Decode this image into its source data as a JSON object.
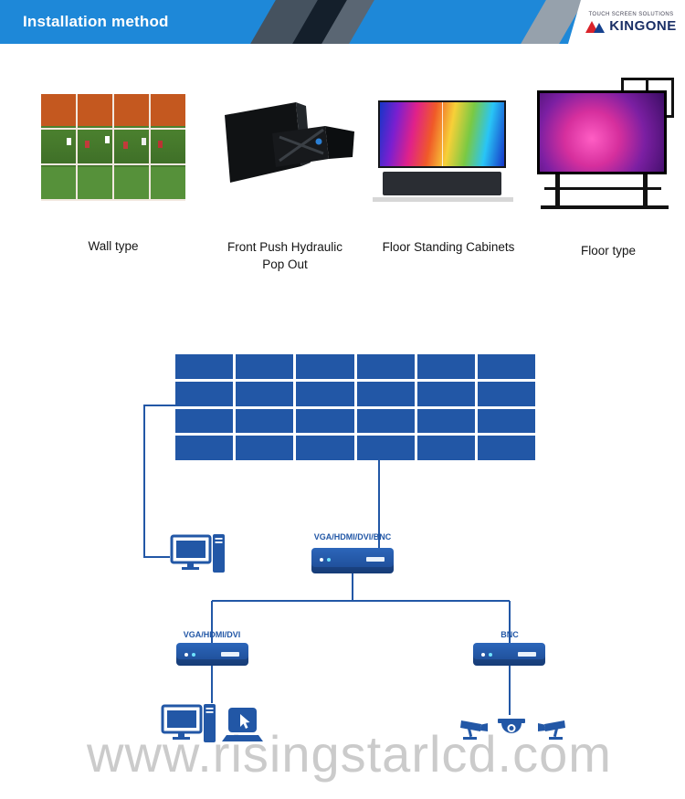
{
  "header": {
    "title": "Installation method",
    "logo": {
      "tagline": "TOUCH SCREEN SOLUTIONS",
      "brand": "KINGONE"
    }
  },
  "products": [
    {
      "label": "Wall type",
      "image": "video wall on wall showing football match"
    },
    {
      "label": "Front Push Hydraulic Pop Out",
      "image": "black front-push hydraulic pop-out mounting bracket"
    },
    {
      "label": "Floor Standing Cabinets",
      "image": "floor standing cabinet video wall with colorful gradient screen"
    },
    {
      "label": "Floor type",
      "image": "floor stand video wall with purple abstract screen"
    }
  ],
  "diagram": {
    "video_wall": {
      "rows": 4,
      "cols": 6
    },
    "controller_label": "VGA/HDMI/DVI/BNC",
    "left_source_label": "VGA/HDMI/DVI",
    "right_source_label": "BNC"
  },
  "watermark": "www.risingstarlcd.com",
  "colors": {
    "header_blue": "#1e88d8",
    "diagram_blue": "#2257a6",
    "watermark_gray": "#cbcbcb"
  }
}
